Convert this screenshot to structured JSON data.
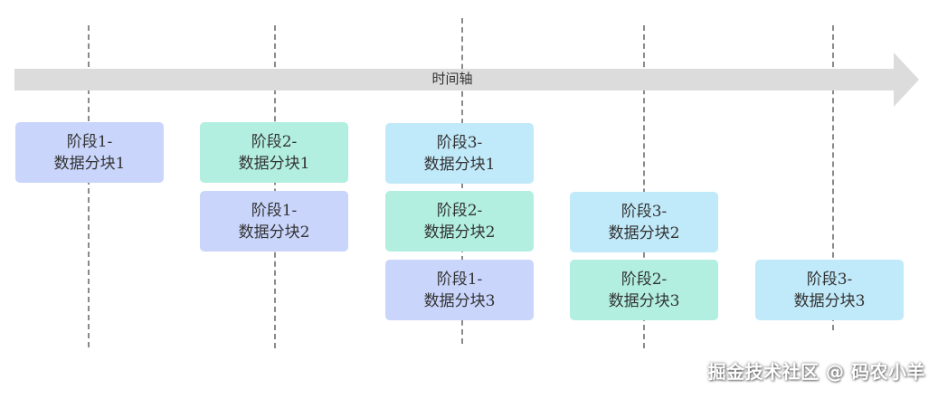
{
  "timeline": {
    "label": "时间轴"
  },
  "blocks": [
    {
      "id": "b11",
      "stage": "阶段1-",
      "chunk": "数据分块1",
      "stage_color": "#c9d5fb"
    },
    {
      "id": "b21",
      "stage": "阶段2-",
      "chunk": "数据分块1",
      "stage_color": "#b2efe0"
    },
    {
      "id": "b12",
      "stage": "阶段1-",
      "chunk": "数据分块2",
      "stage_color": "#c9d5fb"
    },
    {
      "id": "b31",
      "stage": "阶段3-",
      "chunk": "数据分块1",
      "stage_color": "#c0e9f9"
    },
    {
      "id": "b22",
      "stage": "阶段2-",
      "chunk": "数据分块2",
      "stage_color": "#b2efe0"
    },
    {
      "id": "b13",
      "stage": "阶段1-",
      "chunk": "数据分块3",
      "stage_color": "#c9d5fb"
    },
    {
      "id": "b32",
      "stage": "阶段3-",
      "chunk": "数据分块2",
      "stage_color": "#c0e9f9"
    },
    {
      "id": "b23",
      "stage": "阶段2-",
      "chunk": "数据分块3",
      "stage_color": "#b2efe0"
    },
    {
      "id": "b33",
      "stage": "阶段3-",
      "chunk": "数据分块3",
      "stage_color": "#c0e9f9"
    }
  ],
  "watermark": {
    "text": "掘金技术社区 @ 码农小羊"
  }
}
